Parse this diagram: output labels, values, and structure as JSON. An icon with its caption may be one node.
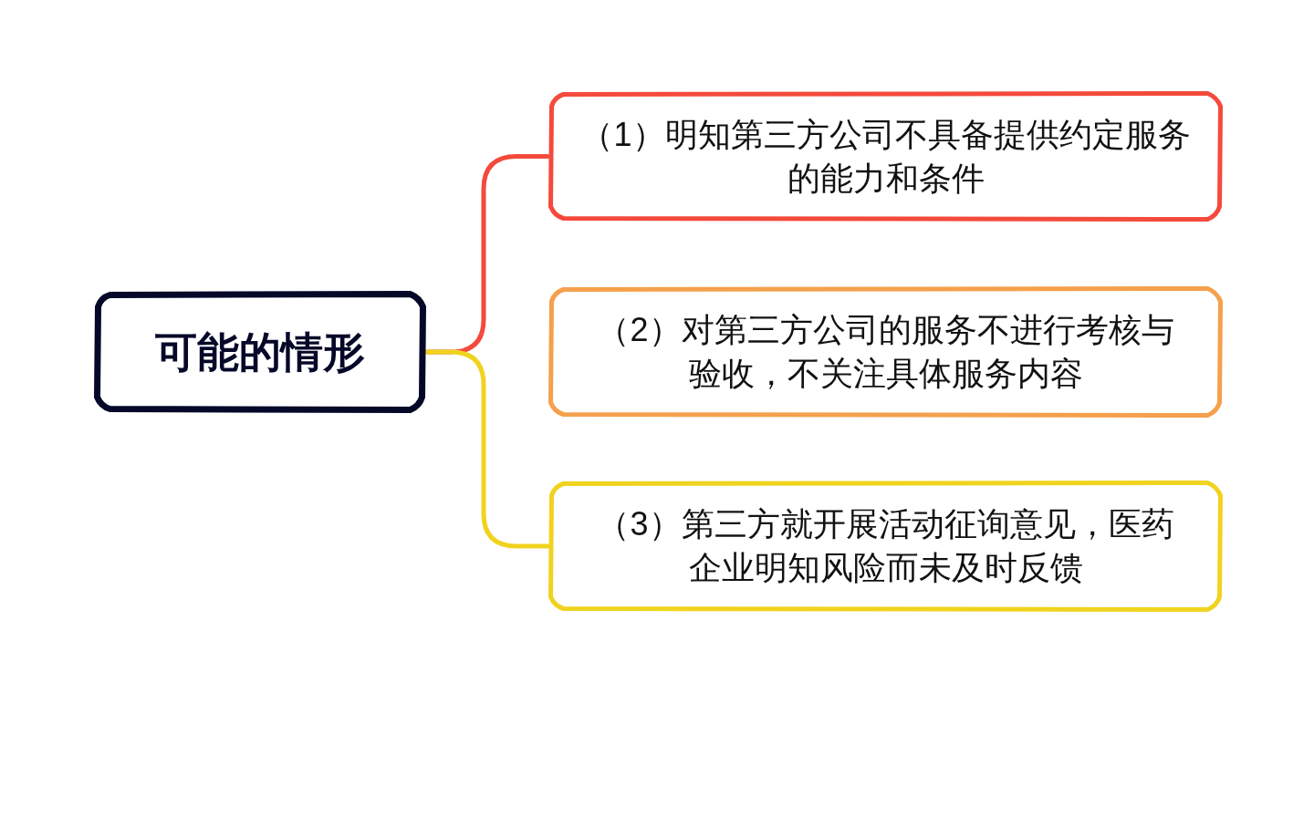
{
  "diagram": {
    "nodes": [
      {
        "text": [
          "可能的情形"
        ]
      },
      {
        "text": [
          "（1）明知第三方公司不具备提供约定服务的能力和条件"
        ]
      },
      {
        "text": [
          "（2）对第三方公司的服务不进行考核与验收，不关注具体服务内容"
        ]
      },
      {
        "text": [
          "（3）第三方就开展活动征询意见，医药企业明知风险而未及时反馈"
        ]
      }
    ],
    "edges": [
      {
        "from": 0,
        "to": 1,
        "arrow": "none",
        "color": "#f44a3c"
      },
      {
        "from": 0,
        "to": 3,
        "arrow": "none",
        "color": "#f0d31e"
      }
    ]
  }
}
